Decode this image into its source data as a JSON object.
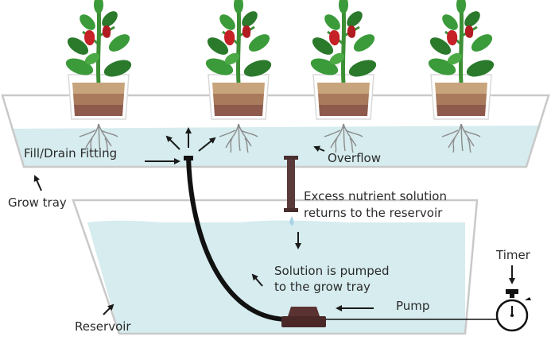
{
  "labels": {
    "fill_drain": "Fill/Drain Fitting",
    "overflow": "Overflow",
    "grow_tray": "Grow tray",
    "excess_line1": "Excess nutrient solution",
    "excess_line2": "returns to the reservoir",
    "pumped_line1": "Solution is pumped",
    "pumped_line2": "to the grow tray",
    "timer": "Timer",
    "pump": "Pump",
    "reservoir": "Reservoir"
  },
  "colors": {
    "water": "#d6ecef",
    "tray_outline": "#c9c9c9",
    "tube": "#111111",
    "pump": "#5a3232",
    "overflow_pipe": "#5a3a3a",
    "leaf": "#3b9a3a",
    "leaf_dark": "#2b7a2c",
    "stem": "#3d8f35",
    "pepper": "#c52127",
    "soil_top": "#c8a47c",
    "soil_mid": "#a97a5c",
    "soil_bottom": "#8e5a4c",
    "arrow": "#1a1a1a"
  },
  "icons": {
    "plant": "pepper-plant-icon",
    "timer": "stopwatch-timer-icon",
    "pump": "pump-icon"
  },
  "plant_count": 4
}
